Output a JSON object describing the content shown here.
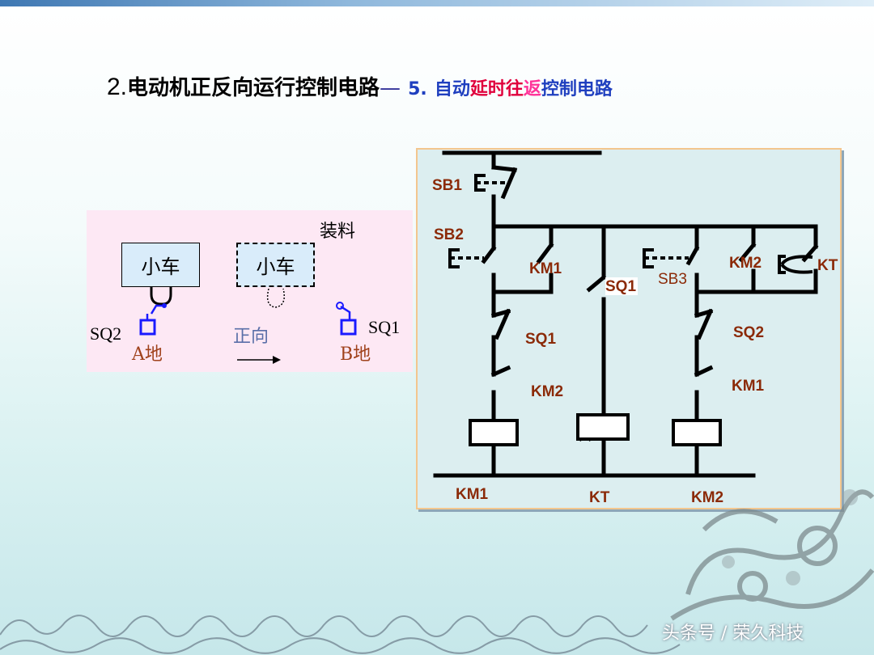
{
  "title": {
    "number": "2.",
    "main": "电动机正反向运行控制电路",
    "dash": "—",
    "sub_num": "5.",
    "sub_part1": "自动",
    "sub_part2": "延时",
    "sub_part3": "往",
    "sub_part4": "返",
    "sub_part5": "控制电路"
  },
  "scene": {
    "cart_label_1": "小车",
    "cart_label_2": "小车",
    "loading": "装料",
    "sq2": "SQ2",
    "sq1": "SQ1",
    "place_a": "A地",
    "place_b": "B地",
    "direction": "正向"
  },
  "circuit": {
    "sb1": "SB1",
    "sb2": "SB2",
    "sb3": "SB3",
    "km1_contact": "KM1",
    "km2_contact": "KM2",
    "kt_contact": "KT",
    "sq1_mid": "SQ1",
    "sq1_left": "SQ1",
    "sq2_right": "SQ2",
    "km2_interlock": "KM2",
    "km1_interlock": "KM1",
    "km1_coil": "KM1",
    "kt_coil": "KT",
    "km2_coil": "KM2"
  },
  "colors": {
    "label_brown": "#8b2a08",
    "title_blue": "#1f3fbf",
    "title_red": "#e0003c",
    "title_pink": "#ff3399",
    "scene_blue": "#1a1aff",
    "place_brown": "#a0421c",
    "direction_blue": "#5a6fa8"
  },
  "watermark": "头条号 / 荣久科技"
}
